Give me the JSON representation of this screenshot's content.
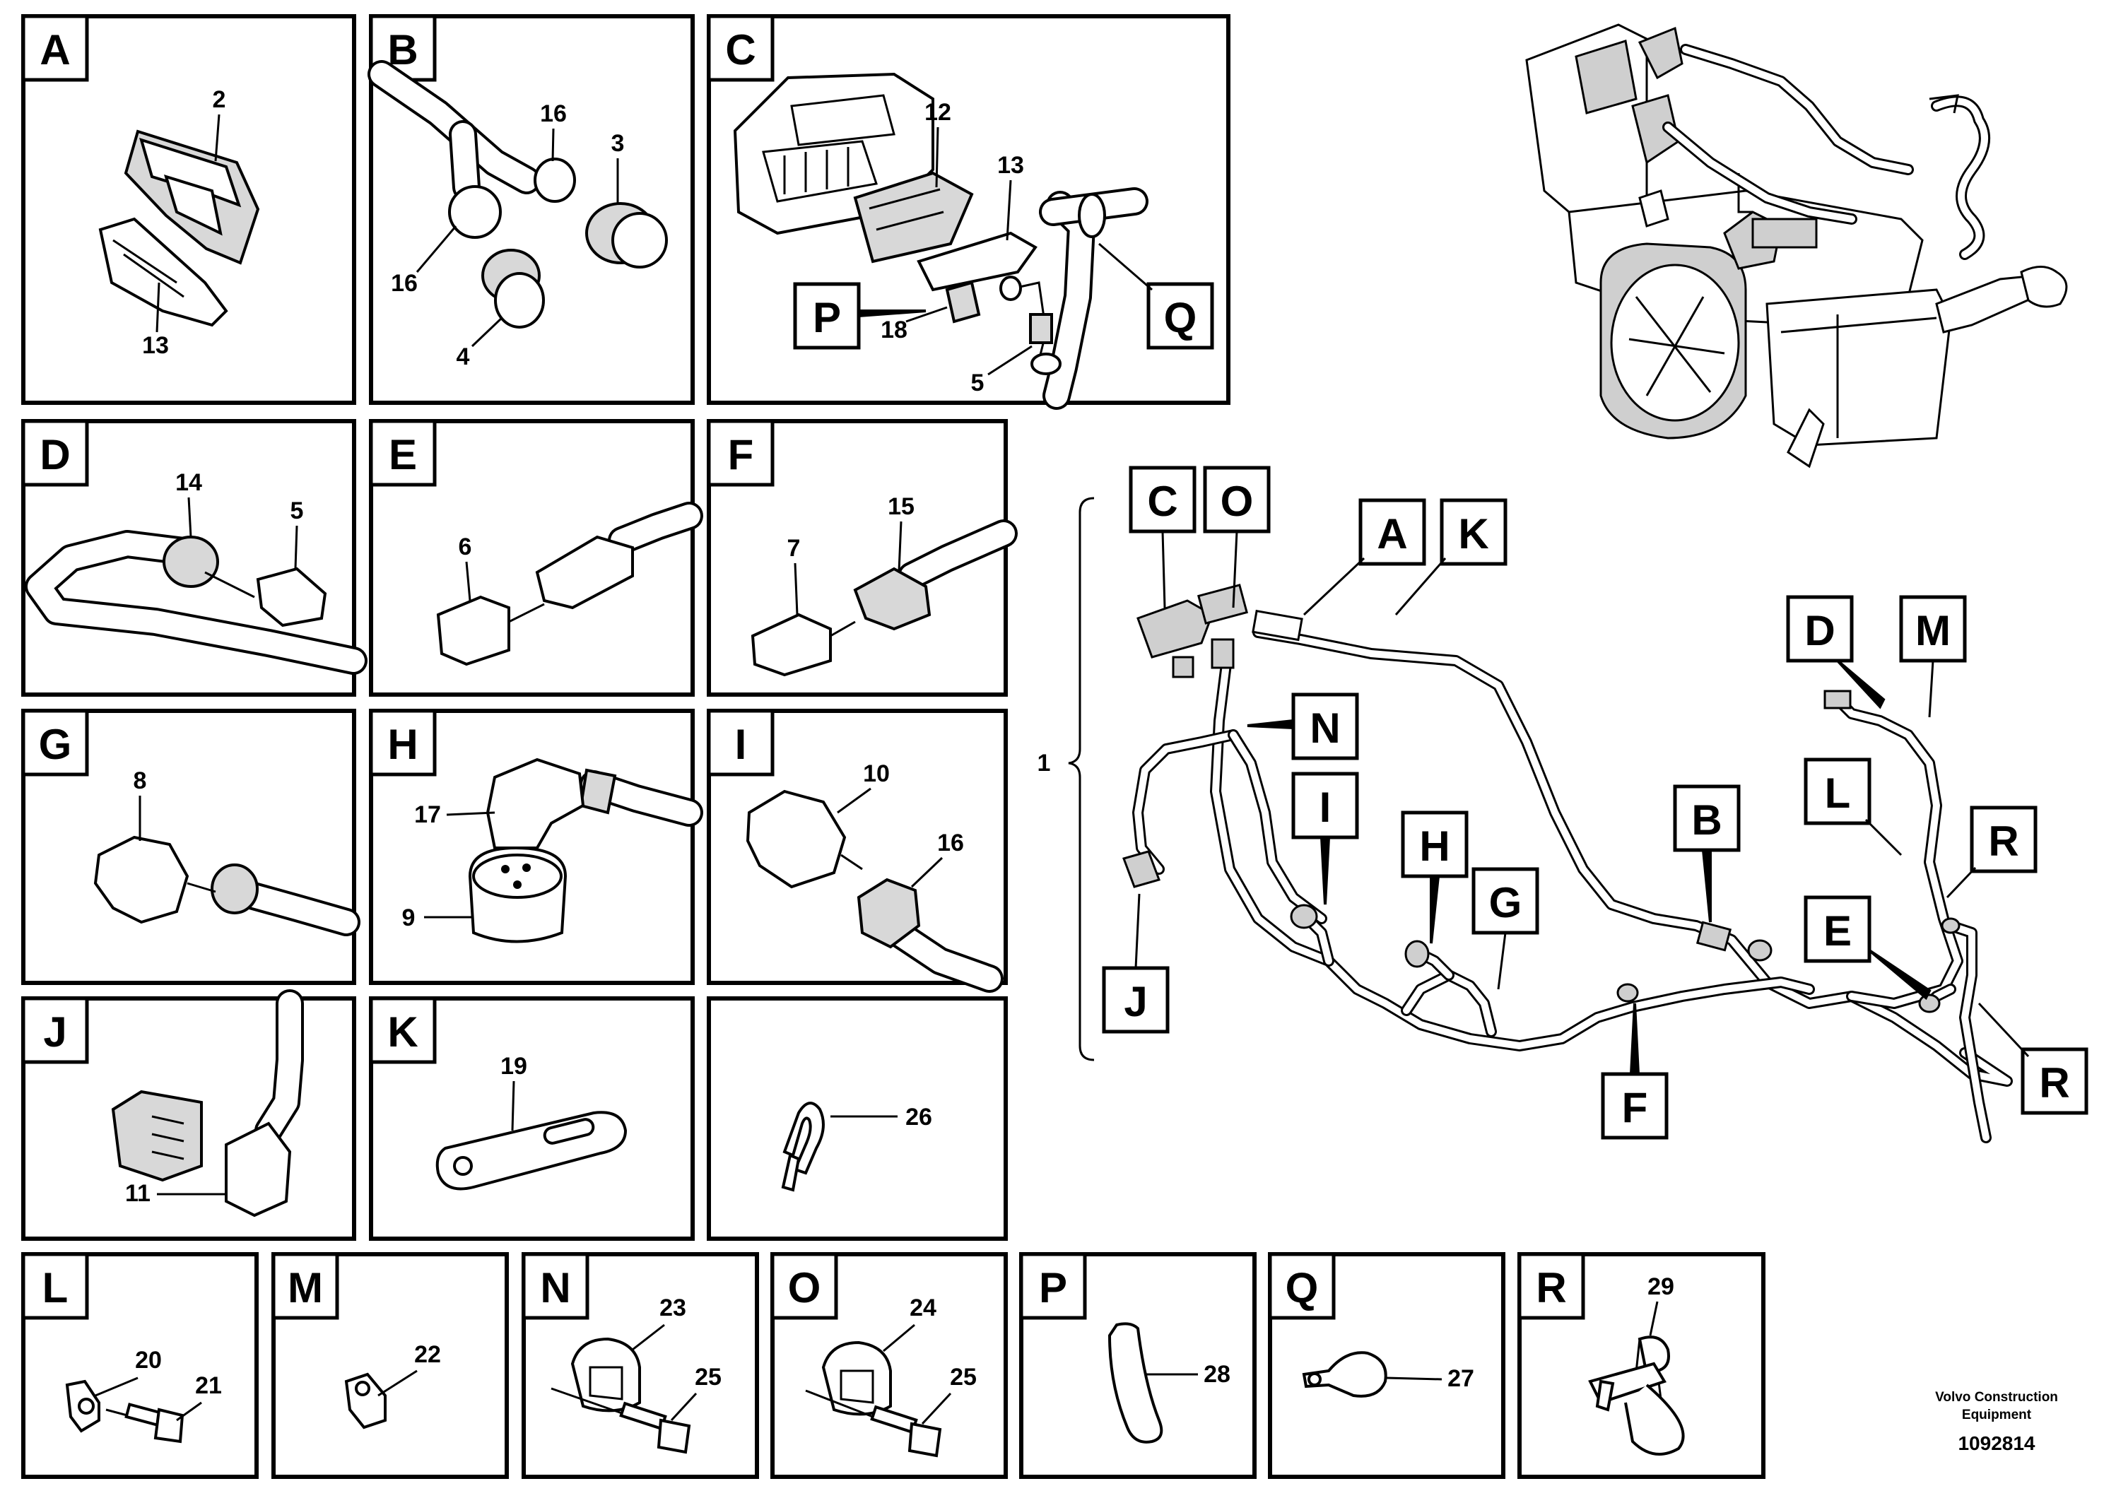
{
  "panels": {
    "A": {
      "tag": "A",
      "items": [
        "2",
        "13"
      ]
    },
    "B": {
      "tag": "B",
      "items": [
        "16",
        "3",
        "16",
        "4"
      ]
    },
    "C": {
      "tag": "C",
      "items": [
        "12",
        "13",
        "18",
        "5"
      ],
      "callouts": [
        "P",
        "Q"
      ]
    },
    "D": {
      "tag": "D",
      "items": [
        "14",
        "5"
      ]
    },
    "E": {
      "tag": "E",
      "items": [
        "6"
      ]
    },
    "F": {
      "tag": "F",
      "items": [
        "7",
        "15"
      ]
    },
    "G": {
      "tag": "G",
      "items": [
        "8"
      ]
    },
    "H": {
      "tag": "H",
      "items": [
        "17",
        "9"
      ]
    },
    "I": {
      "tag": "I",
      "items": [
        "10",
        "16"
      ]
    },
    "J": {
      "tag": "J",
      "items": [
        "11"
      ]
    },
    "K": {
      "tag": "K",
      "items": [
        "19"
      ]
    },
    "TIE": {
      "items": [
        "26"
      ]
    },
    "L": {
      "tag": "L",
      "items": [
        "20",
        "21"
      ]
    },
    "M": {
      "tag": "M",
      "items": [
        "22"
      ]
    },
    "N": {
      "tag": "N",
      "items": [
        "23",
        "25"
      ]
    },
    "O": {
      "tag": "O",
      "items": [
        "24",
        "25"
      ]
    },
    "P": {
      "tag": "P",
      "items": [
        "28"
      ]
    },
    "Q": {
      "tag": "Q",
      "items": [
        "27"
      ]
    },
    "R": {
      "tag": "R",
      "items": [
        "29"
      ]
    }
  },
  "assembly": {
    "item_number": "1",
    "callouts": [
      "C",
      "O",
      "A",
      "K",
      "N",
      "I",
      "H",
      "G",
      "J",
      "B",
      "F",
      "D",
      "M",
      "L",
      "R",
      "E",
      "R"
    ]
  },
  "footer": {
    "company_line1": "Volvo Construction",
    "company_line2": "Equipment",
    "doc_number": "1092814"
  }
}
